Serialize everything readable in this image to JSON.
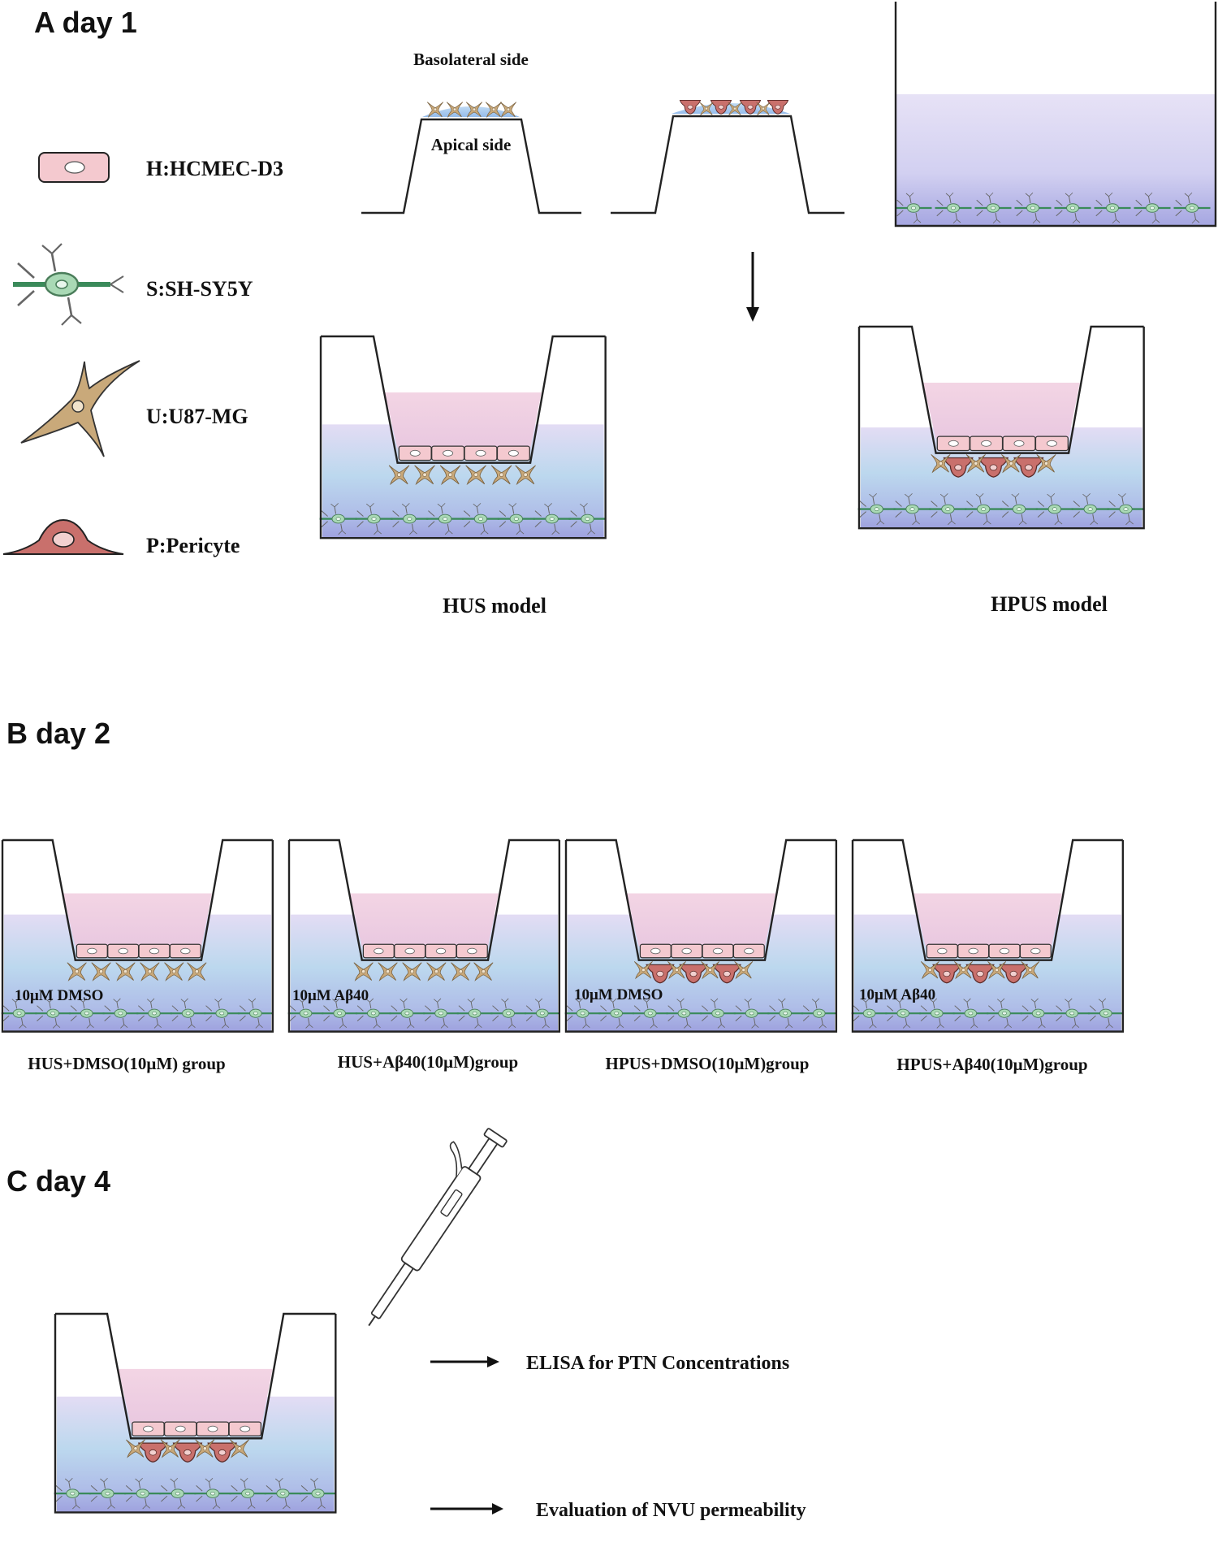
{
  "sections": {
    "a": {
      "title": "A  day 1"
    },
    "b": {
      "title": "B  day 2"
    },
    "c": {
      "title": "C  day 4"
    }
  },
  "legend": [
    {
      "cell": "hcmec",
      "label": "H:HCMEC-D3"
    },
    {
      "cell": "shsy5y",
      "label": "S:SH-SY5Y"
    },
    {
      "cell": "u87",
      "label": "U:U87-MG"
    },
    {
      "cell": "pericyte",
      "label": "P:Pericyte"
    }
  ],
  "day1": {
    "basolateral_label": "Basolateral side",
    "apical_label": "Apical side",
    "hus_model_label": "HUS model",
    "hpus_model_label": "HPUS model"
  },
  "day2": {
    "wells": [
      {
        "treatment": "10μM DMSO",
        "caption": "HUS+DMSO(10μM) group",
        "pericytes": false
      },
      {
        "treatment": "10μM Aβ40",
        "caption": "HUS+Aβ40(10μM)group",
        "pericytes": false
      },
      {
        "treatment": "10μM DMSO",
        "caption": "HPUS+DMSO(10μM)group",
        "pericytes": true
      },
      {
        "treatment": "10μM Aβ40",
        "caption": "HPUS+Aβ40(10μM)group",
        "pericytes": true
      }
    ]
  },
  "day4": {
    "elisa_label": "ELISA for PTN Concentrations",
    "permeability_label": "Evaluation of NVU permeability"
  },
  "colors": {
    "endothelial_fill": "#f4c9cf",
    "neuron_fill": "#a9d9b5",
    "astrocyte_fill": "#c9a97a",
    "pericyte_fill": "#c9706c",
    "apical_medium_top": "#f1d3e4",
    "basolateral_medium_top": "#e1dcf3",
    "basolateral_medium_bottom": "#a6a8e0"
  }
}
